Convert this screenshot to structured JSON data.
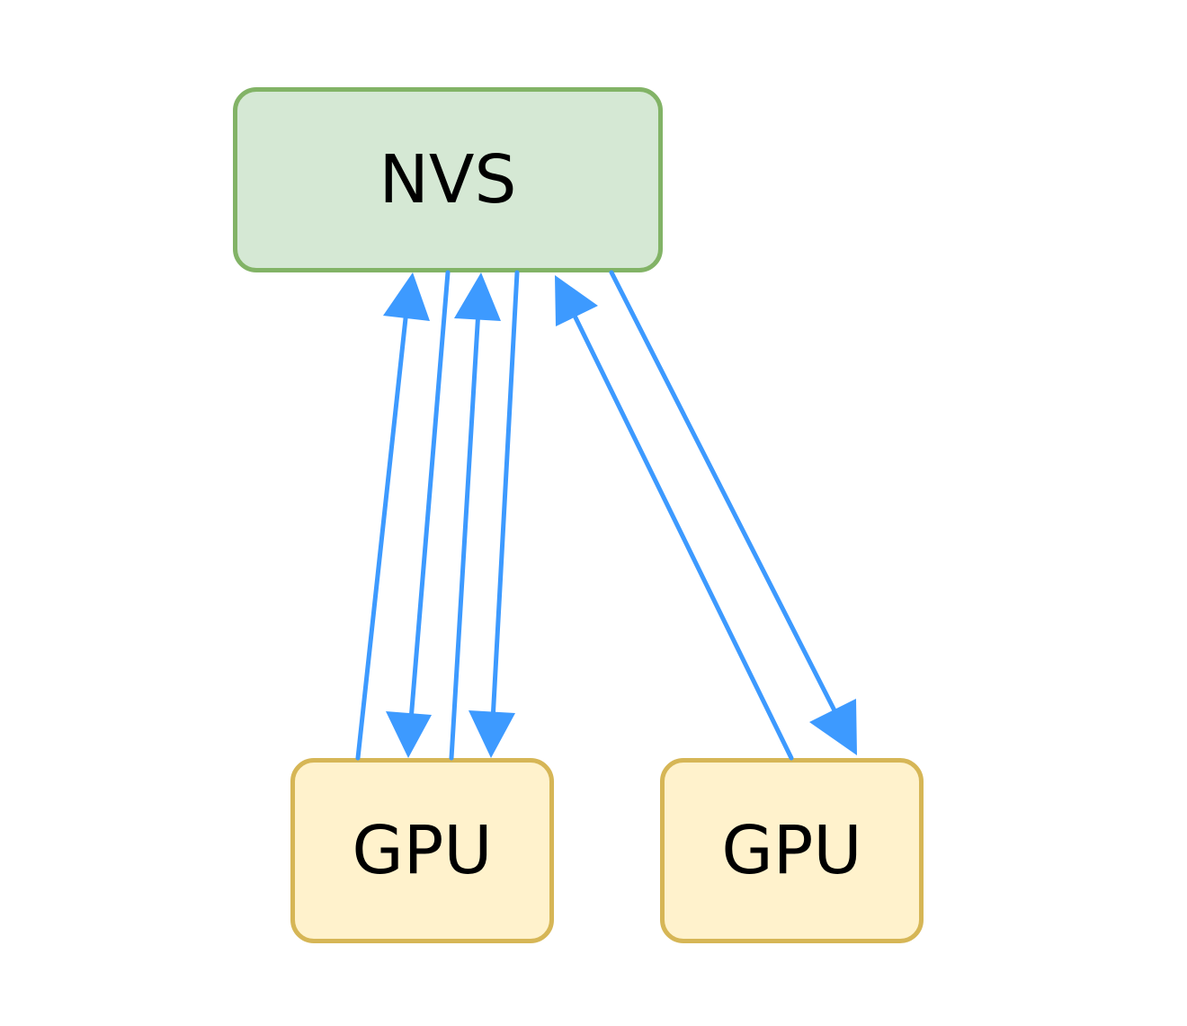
{
  "nodes": {
    "nvs": {
      "label": "NVS",
      "fill": "#d5e8d4",
      "stroke": "#82b366"
    },
    "gpu_1": {
      "label": "GPU",
      "fill": "#fff2cc",
      "stroke": "#d6b656"
    },
    "gpu_2": {
      "label": "GPU",
      "fill": "#fff2cc",
      "stroke": "#d6b656"
    }
  },
  "edges": [
    {
      "from": "gpu_1",
      "to": "nvs"
    },
    {
      "from": "nvs",
      "to": "gpu_1"
    },
    {
      "from": "gpu_1",
      "to": "nvs"
    },
    {
      "from": "nvs",
      "to": "gpu_1"
    },
    {
      "from": "gpu_2",
      "to": "nvs"
    },
    {
      "from": "nvs",
      "to": "gpu_2"
    }
  ],
  "edge_color": "#3d9aff"
}
